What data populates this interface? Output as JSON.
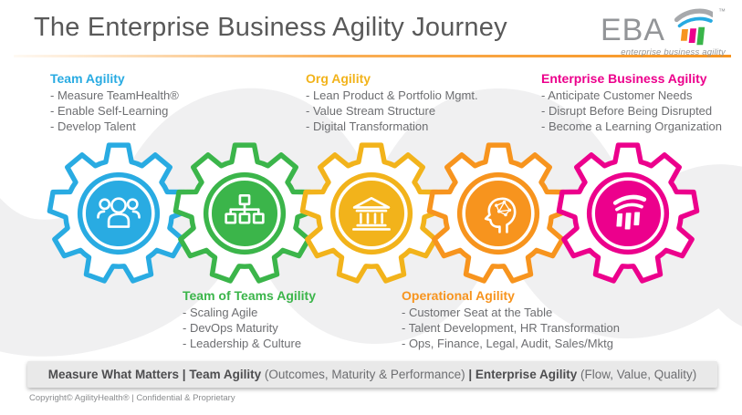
{
  "title": "The Enterprise Business Agility Journey",
  "logo": {
    "name": "EBA",
    "tm": "™",
    "tagline": "enterprise business agility"
  },
  "colors": {
    "blue": "#29ABE2",
    "green": "#3BB54A",
    "gold": "#F2B31B",
    "orange": "#F7941E",
    "pink": "#EC008C",
    "title-gray": "#595959",
    "body-gray": "#6D6E71",
    "logo-gray": "#939598",
    "ribbon-gray": "#F0F0F1",
    "bar-bg": "#E9E9E9",
    "bar-text": "#4D4D4F"
  },
  "stages": [
    {
      "label": "Team Agility",
      "icon": "team-group-icon",
      "items": [
        "- Measure TeamHealth®",
        "- Enable Self-Learning",
        "- Develop Talent"
      ]
    },
    {
      "label": "Team of Teams Agility",
      "icon": "org-chart-icon",
      "items": [
        "- Scaling Agile",
        "- DevOps Maturity",
        "- Leadership & Culture"
      ]
    },
    {
      "label": "Org Agility",
      "icon": "bank-icon",
      "items": [
        "- Lean Product & Portfolio Mgmt.",
        "- Value Stream Structure",
        "- Digital Transformation"
      ]
    },
    {
      "label": "Operational Agility",
      "icon": "head-brain-icon",
      "items": [
        "- Customer Seat at the Table",
        "- Talent Development, HR Transformation",
        "- Ops, Finance, Legal, Audit, Sales/Mktg"
      ]
    },
    {
      "label": "Enterprise Business Agility",
      "icon": "eba-column-icon",
      "items": [
        "- Anticipate Customer Needs",
        "- Disrupt Before Being Disrupted",
        "- Become a Learning Organization"
      ]
    }
  ],
  "footer_bar": {
    "segments": [
      {
        "text": "Measure What Matters",
        "bold": true
      },
      {
        "text": " | ",
        "bold": true
      },
      {
        "text": "Team Agility",
        "bold": true
      },
      {
        "text": " (Outcomes, Maturity & Performance) ",
        "bold": false
      },
      {
        "text": "| ",
        "bold": true
      },
      {
        "text": "Enterprise Agility",
        "bold": true
      },
      {
        "text": " (Flow, Value, Quality)",
        "bold": false
      }
    ]
  },
  "copyright": "Copyright© AgilityHealth®  | Confidential & Proprietary"
}
